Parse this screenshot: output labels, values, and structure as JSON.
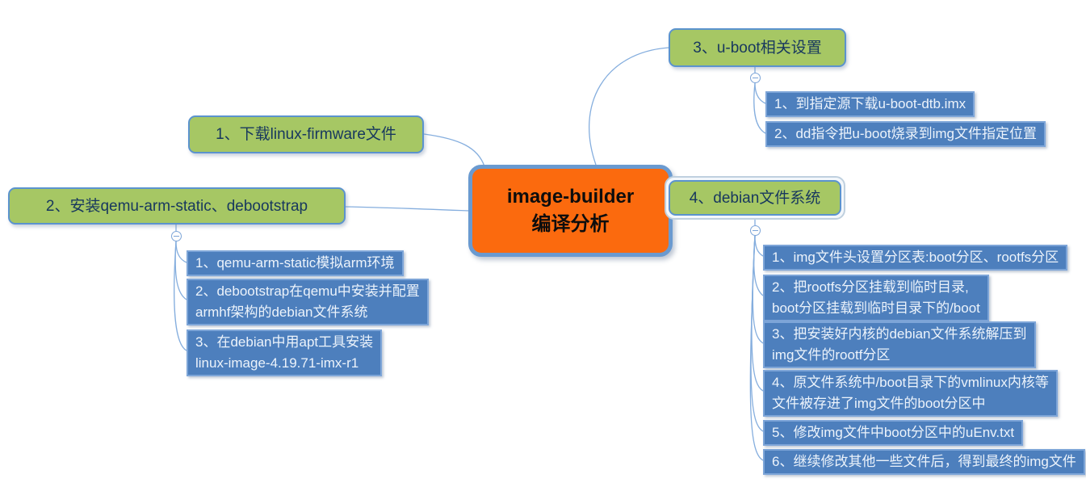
{
  "central_topic": {
    "line1": "image-builder",
    "line2": "编译分析"
  },
  "branches": [
    {
      "label": "1、下载linux-firmware文件",
      "children": []
    },
    {
      "label": "2、安装qemu-arm-static、debootstrap",
      "children": [
        "1、qemu-arm-static模拟arm环境",
        "2、debootstrap在qemu中安装并配置\narmhf架构的debian文件系统",
        "3、在debian中用apt工具安装\nlinux-image-4.19.71-imx-r1"
      ]
    },
    {
      "label": "3、u-boot相关设置",
      "children": [
        "1、到指定源下载u-boot-dtb.imx",
        "2、dd指令把u-boot烧录到img文件指定位置"
      ]
    },
    {
      "label": "4、debian文件系统",
      "children": [
        "1、img文件头设置分区表:boot分区、rootfs分区",
        "2、把rootfs分区挂载到临时目录,\nboot分区挂载到临时目录下的/boot",
        "3、把安装好内核的debian文件系统解压到\nimg文件的rootf分区",
        "4、原文件系统中/boot目录下的vmlinux内核等\n文件被存进了img文件的boot分区中",
        "5、修改img文件中boot分区中的uEnv.txt",
        "6、继续修改其他一些文件后，得到最终的img文件"
      ]
    }
  ],
  "colors": {
    "central_fill": "#fb6a0e",
    "central_border": "#6a9ad0",
    "branch_fill": "#a6c764",
    "branch_border": "#5b93ce",
    "branch_text": "#17375e",
    "subtopic_fill": "#4d7fbd",
    "subtopic_border": "#7da5d8",
    "subtopic_text": "#ecf3fb",
    "connector": "#85aede",
    "selection_ring": "#bfd0df"
  }
}
